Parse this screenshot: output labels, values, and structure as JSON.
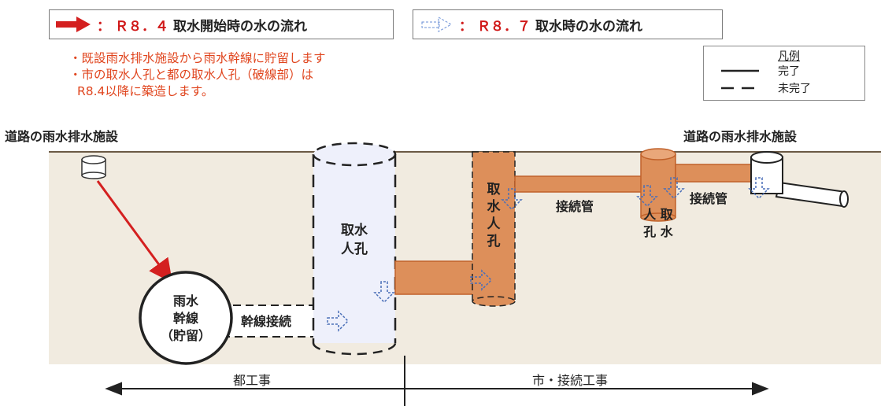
{
  "legend": {
    "apr_label": "Ｒ８．４",
    "apr_text": "取水開始時の水の流れ",
    "jul_label": "Ｒ８．７",
    "jul_text": "取水時の水の流れ",
    "apr_arrow_color": "#d42020",
    "jul_arrow_color": "#6a8fd6"
  },
  "notes": [
    "・既設雨水排水施設から雨水幹線に貯留します",
    "・市の取水人孔と都の取水人孔（破線部）は",
    "R8.4以降に築造します。"
  ],
  "key": {
    "title": "凡例",
    "solid": "完了",
    "dashed": "未完了"
  },
  "labels": {
    "left_drain": "道路の雨水排水施設",
    "right_drain": "道路の雨水排水施設",
    "intake_left_1": "取水",
    "intake_left_2": "人孔",
    "intake_mid": [
      "取",
      "水",
      "人",
      "孔"
    ],
    "connect_pipe_1": "接続管",
    "connect_pipe_2": "接続管",
    "small_manhole_1": "人 取",
    "small_manhole_2": "孔 水",
    "trunk_1": "雨水",
    "trunk_2": "幹線",
    "trunk_3": "（貯留）",
    "trunk_connect": "幹線接続"
  },
  "bottom": {
    "left": "都工事",
    "right": "市・接続工事"
  },
  "colors": {
    "ground": "#f1ebe0",
    "surface_line": "#6b5a45",
    "orange_fill": "#dd8f5a",
    "orange_stroke": "#c0612a",
    "tank_fill": "#eef0fb"
  }
}
